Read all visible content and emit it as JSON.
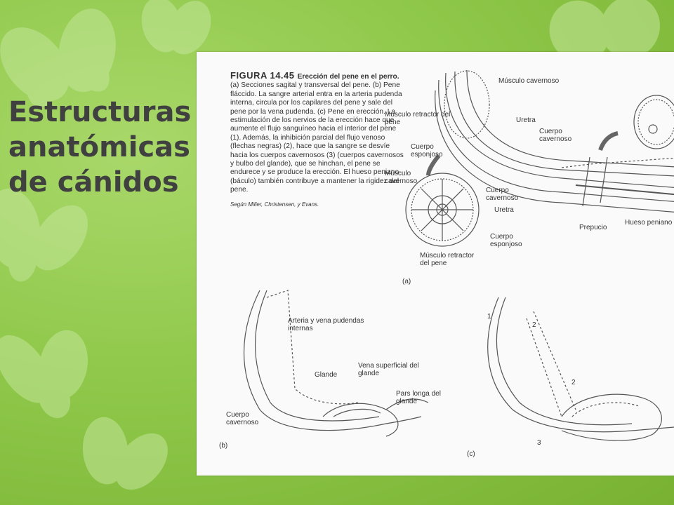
{
  "slide": {
    "title_lines": [
      "Estructuras",
      "anatómicas",
      "de cánidos"
    ],
    "background_color": "#8fc84a",
    "title_color": "#404040"
  },
  "figure": {
    "number": "FIGURA 14.45",
    "heading": "Erección del pene en el perro.",
    "caption_body": "(a) Secciones sagital y transversal del pene. (b) Pene fláccido. La sangre arterial entra en la arteria pudenda interna, circula por los capilares del pene y sale del pene por la vena pudenda. (c) Pene en erección. La estimulación de los nervios de la erección hace que aumente el flujo sanguíneo hacia el interior del pene (1). Además, la inhibición parcial del flujo venoso (flechas negras) (2), hace que la sangre se desvíe hacia los cuerpos cavernosos (3) (cuerpos cavernosos y bulbo del glande), que se hinchan, el pene se endurece y se produce la erección. El hueso peniano (báculo) también contribuye a mantener la rigidez del pene.",
    "source": "Según Miller, Christensen, y Evans.",
    "labels_a": {
      "musculo_cavernoso_top": "Músculo cavernoso",
      "musculo_retractor_top": "Músculo retractor del pene",
      "uretra_top": "Uretra",
      "cuerpo_cavernoso_top": "Cuerpo cavernoso",
      "cuerpo_esponjoso_top": "Cuerpo esponjoso",
      "musculo_cavernoso_left": "Músculo cavernoso",
      "cuerpo_cavernoso_cross": "Cuerpo cavernoso",
      "uretra_cross": "Uretra",
      "cuerpo_esponjoso_cross": "Cuerpo esponjoso",
      "musculo_retractor_cross": "Músculo retractor del pene",
      "prepucio": "Prepucio",
      "hueso_peniano": "Hueso peniano",
      "panel": "(a)"
    },
    "labels_b": {
      "arteria_vena": "Arteria y vena pudendas internas",
      "glande": "Glande",
      "vena_superficial": "Vena superficial del glande",
      "pars_longa": "Pars longa del glande",
      "cuerpo_cavernoso": "Cuerpo cavernoso",
      "panel": "(b)"
    },
    "labels_c": {
      "n1": "1",
      "n2a": "2",
      "n2b": "2",
      "n3": "3",
      "panel": "(c)"
    }
  }
}
